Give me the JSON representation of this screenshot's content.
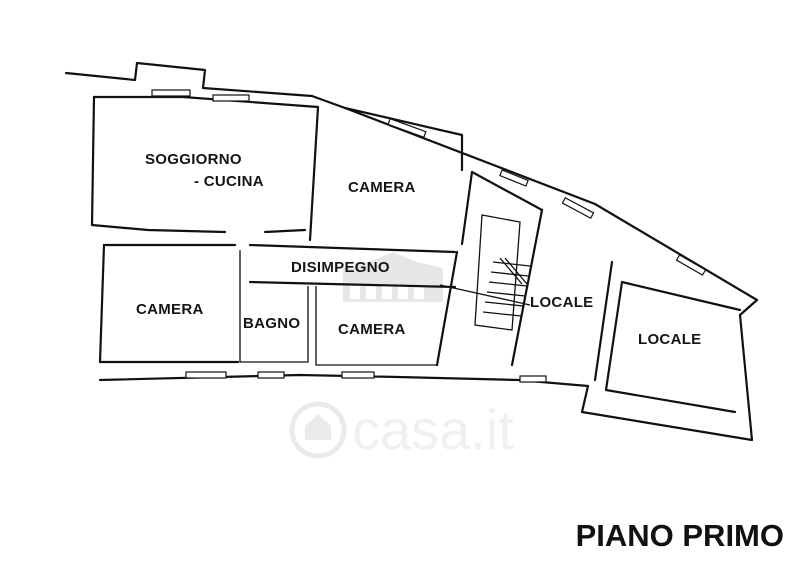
{
  "plan": {
    "title": "PIANO PRIMO",
    "watermark": "casa.it",
    "rooms": [
      {
        "id": "soggiorno",
        "lines": [
          "SOGGIORNO",
          "- CUCINA"
        ]
      },
      {
        "id": "camera-1",
        "lines": [
          "CAMERA"
        ]
      },
      {
        "id": "disimpegno",
        "lines": [
          "DISIMPEGNO"
        ]
      },
      {
        "id": "camera-2",
        "lines": [
          "CAMERA"
        ]
      },
      {
        "id": "bagno",
        "lines": [
          "BAGNO"
        ]
      },
      {
        "id": "camera-3",
        "lines": [
          "CAMERA"
        ]
      },
      {
        "id": "locale-1",
        "lines": [
          "LOCALE"
        ]
      },
      {
        "id": "locale-2",
        "lines": [
          "LOCALE"
        ]
      }
    ]
  }
}
